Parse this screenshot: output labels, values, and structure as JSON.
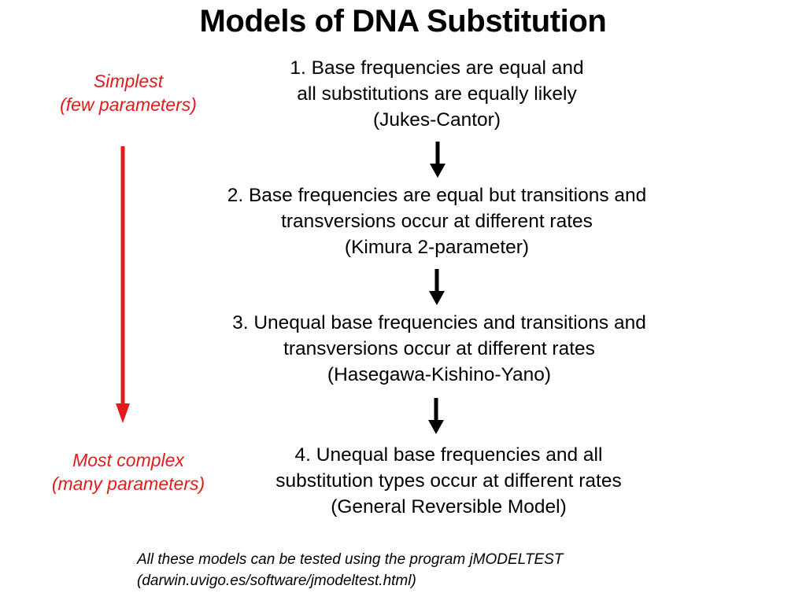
{
  "slide": {
    "title": "Models of DNA Substitution",
    "background_color": "#ffffff",
    "text_color": "#000000",
    "accent_color": "#e21b1b"
  },
  "complexity_axis": {
    "top_label_line1": "Simplest",
    "top_label_line2": "(few parameters)",
    "bottom_label_line1": "Most complex",
    "bottom_label_line2": "(many parameters)",
    "arrow_direction": "down",
    "arrow_color": "#e21b1b"
  },
  "models": [
    {
      "number": "1.",
      "line1": "1. Base frequencies are equal and",
      "line2": "all substitutions are equally likely",
      "line3": "(Jukes-Cantor)",
      "name": "Jukes-Cantor"
    },
    {
      "number": "2.",
      "line1": "2. Base frequencies are equal but transitions and",
      "line2": "transversions occur at different rates",
      "line3": "(Kimura 2-parameter)",
      "name": "Kimura 2-parameter"
    },
    {
      "number": "3.",
      "line1": "3. Unequal base frequencies and transitions and",
      "line2": "transversions occur at different rates",
      "line3": "(Hasegawa-Kishino-Yano)",
      "name": "Hasegawa-Kishino-Yano"
    },
    {
      "number": "4.",
      "line1": "4. Unequal base frequencies and all",
      "line2": "substitution types occur at different rates",
      "line3": "(General Reversible Model)",
      "name": "General Reversible Model"
    }
  ],
  "flow_arrows": [
    {
      "label": "arrow-model-1-to-2",
      "direction": "down",
      "color": "#000000"
    },
    {
      "label": "arrow-model-2-to-3",
      "direction": "down",
      "color": "#000000"
    },
    {
      "label": "arrow-model-3-to-4",
      "direction": "down",
      "color": "#000000"
    }
  ],
  "footer": {
    "line1": "All these models can be tested using the program jMODELTEST",
    "line2": "(darwin.uvigo.es/software/jmodeltest.html)"
  }
}
